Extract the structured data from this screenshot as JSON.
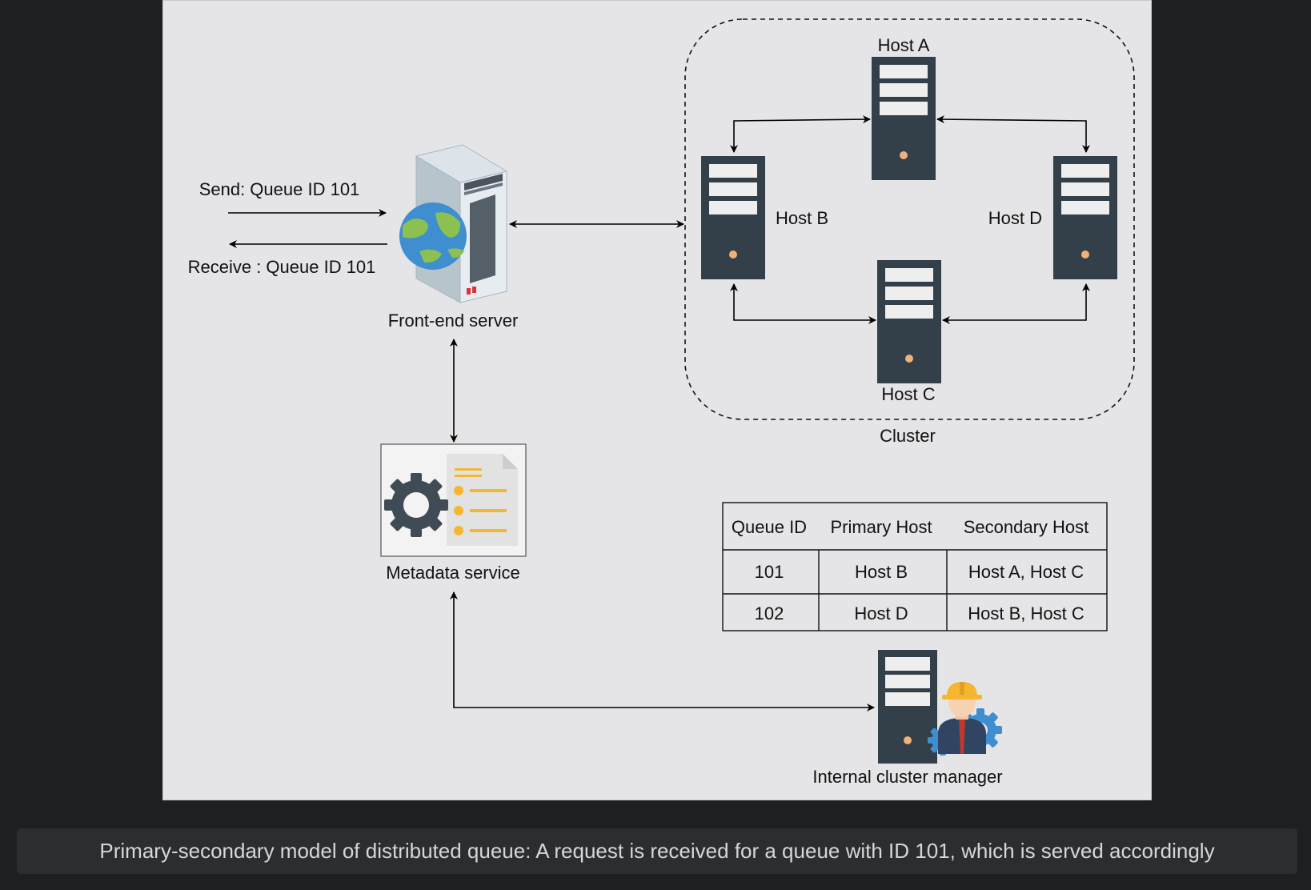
{
  "diagram": {
    "inbound_label": "Send: Queue ID 101",
    "outbound_label": "Receive : Queue ID 101",
    "front_end_label": "Front-end server",
    "metadata_label": "Metadata service",
    "cluster_label": "Cluster",
    "manager_label": "Internal cluster manager",
    "hosts": {
      "a": "Host A",
      "b": "Host B",
      "c": "Host C",
      "d": "Host D"
    },
    "table": {
      "headers": [
        "Queue ID",
        "Primary Host",
        "Secondary Host"
      ],
      "rows": [
        [
          "101",
          "Host B",
          "Host A, Host C"
        ],
        [
          "102",
          "Host D",
          "Host B, Host C"
        ]
      ]
    }
  },
  "caption": "Primary-secondary model of distributed queue: A request is received for a queue with ID 101, which is served accordingly",
  "colors": {
    "background": "#1e1f22",
    "panel": "#e5e5e7",
    "server_body": "#333f49",
    "server_led": "#f0b27a",
    "accent_yellow": "#f5b731",
    "globe_blue": "#3e8ed0",
    "globe_green": "#8cc152"
  }
}
